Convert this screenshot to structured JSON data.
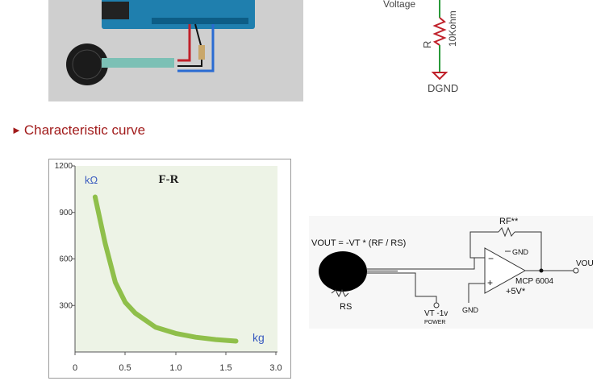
{
  "top_right_schematic": {
    "voltage_label": "Voltage",
    "resistor_label": "R",
    "resistor_value": "10Kohm",
    "ground_label": "DGND"
  },
  "section": {
    "heading": "Characteristic curve"
  },
  "chart_data": {
    "type": "line",
    "title": "F-R",
    "ylabel": "kΩ",
    "xlabel": "kg",
    "x_tick_labels": [
      "0",
      "0.5",
      "1.0",
      "1.5",
      "3.0"
    ],
    "y_tick_labels": [
      "300",
      "600",
      "900",
      "1200"
    ],
    "ylim": [
      0,
      1200
    ],
    "grid": false,
    "series": [
      {
        "color": "#8fbf4a",
        "x": [
          0.2,
          0.3,
          0.4,
          0.5,
          0.6,
          0.8,
          1.0,
          1.2,
          1.4,
          1.6
        ],
        "y": [
          1000,
          700,
          450,
          320,
          250,
          160,
          120,
          95,
          80,
          70
        ]
      }
    ],
    "colors": {
      "plot_bg": "#edf3e6",
      "line": "#8fbf4a",
      "title": "#1a1a1a",
      "unit": "#3a5bbf"
    }
  },
  "circuit": {
    "vout_formula": "VOUT = -VT * (RF / RS)",
    "rf_label": "RF**",
    "rs_label": "RS",
    "gnd_label_1": "GND",
    "gnd_label_2": "GND",
    "opamp_label": "MCP 6004",
    "supply_label": "+5V*",
    "vt_label": "VT -1v",
    "power_label": "POWER",
    "vout_label": "VOUT"
  }
}
